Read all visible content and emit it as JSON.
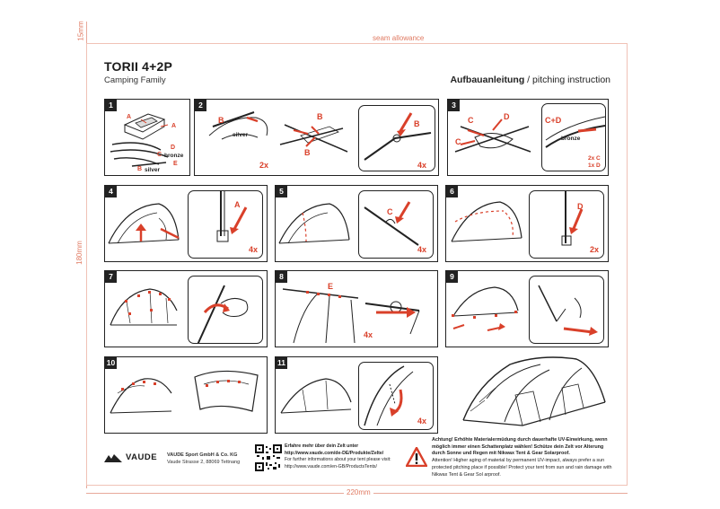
{
  "guides": {
    "top_margin": "15mm",
    "left_height": "180mm",
    "bottom_width": "220mm",
    "seam_allowance": "seam allowance"
  },
  "header": {
    "title": "TORII 4+2P",
    "subtitle": "Camping Family",
    "instruction_bold": "Aufbauanleitung",
    "instruction_sep": " / ",
    "instruction_en": "pitching instruction"
  },
  "steps": [
    {
      "num": "1",
      "labels": [
        "A",
        "A",
        "D",
        "C",
        "bronze",
        "E",
        "B",
        "silver"
      ]
    },
    {
      "num": "2",
      "labels": [
        "B",
        "silver",
        "B",
        "B",
        "B"
      ],
      "counts": [
        "2x",
        "4x"
      ]
    },
    {
      "num": "3",
      "labels": [
        "C",
        "D",
        "C",
        "C+D",
        "bronze"
      ],
      "counts": [
        "2x C",
        "1x D"
      ]
    },
    {
      "num": "4",
      "labels": [
        "A"
      ],
      "counts": [
        "4x"
      ]
    },
    {
      "num": "5",
      "labels": [
        "C"
      ],
      "counts": [
        "4x"
      ]
    },
    {
      "num": "6",
      "labels": [
        "D"
      ],
      "counts": [
        "2x"
      ]
    },
    {
      "num": "7"
    },
    {
      "num": "8",
      "labels": [
        "E"
      ],
      "counts": [
        "4x"
      ]
    },
    {
      "num": "9"
    },
    {
      "num": "10"
    },
    {
      "num": "11",
      "counts": [
        "4x"
      ]
    }
  ],
  "footer": {
    "brand": "VAUDE",
    "company_name": "VAUDE Sport GmbH & Co. KG",
    "company_address": "Vaude Strasse 2, 88069 Tettnang",
    "qr_de_label": "Erfahre mehr über dein Zelt unter",
    "qr_de_url": "http://www.vaude.com/de-DE/Produkte/Zelte/",
    "qr_en_label": "For further informations about your tent please visit:",
    "qr_en_url": "http://www.vaude.com/en-GB/ProductsTents/",
    "warning_de": "Achtung! Erhöhte Materialermüdung durch dauerhafte UV-Einwirkung, wenn möglich immer einen Schattenplatz wählen! Schütze dein Zelt vor Alterung durch Sonne und Regen mit Nikwax Tent & Gear Solarproof.",
    "warning_en": "Attention! Higher aging of material by permanent UV-impact, always prefer a sun protected pitching place if possible! Protect your tent from sun and rain damage with Nikwax Tent & Gear Sol arproof."
  },
  "colors": {
    "accent_red": "#d9402a",
    "line": "#222222",
    "guide": "#e8a99a"
  }
}
